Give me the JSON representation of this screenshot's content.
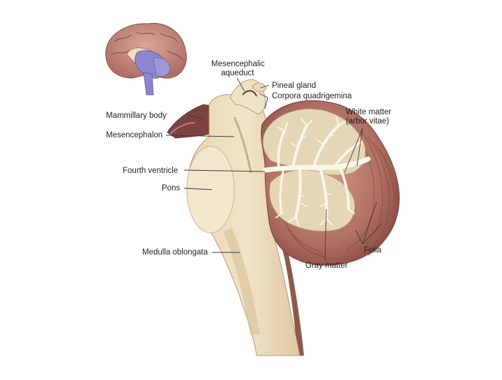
{
  "labels": {
    "mesencephalic_aqueduct": [
      "Mesencephalic",
      "aqueduct"
    ],
    "pineal_gland": "Pineal gland",
    "corpora_quadrigemina": "Corpora quadrigemina",
    "white_matter": [
      "White matter",
      "(arbor vitae)"
    ],
    "mammillary_body": "Mammillary body",
    "mesencephalon": "Mesencephalon",
    "fourth_ventricle": "Fourth ventricle",
    "pons": "Pons",
    "medulla_oblongata": "Medulla oblongata",
    "gray_matter": "Gray matter",
    "folia": "Folia"
  },
  "colors": {
    "brainstem_cream": "#eee0c4",
    "brainstem_shade": "#dcc7a2",
    "cerebellum_brown": "#b9786a",
    "cerebellum_dark": "#8c4e47",
    "gray_matter": "#e6d6b8",
    "arbor_vitae": "#fbf6ea",
    "inset_cortex": "#c98a80",
    "inset_highlight": "#8d86cf",
    "leader_line": "#3a3a3a"
  }
}
